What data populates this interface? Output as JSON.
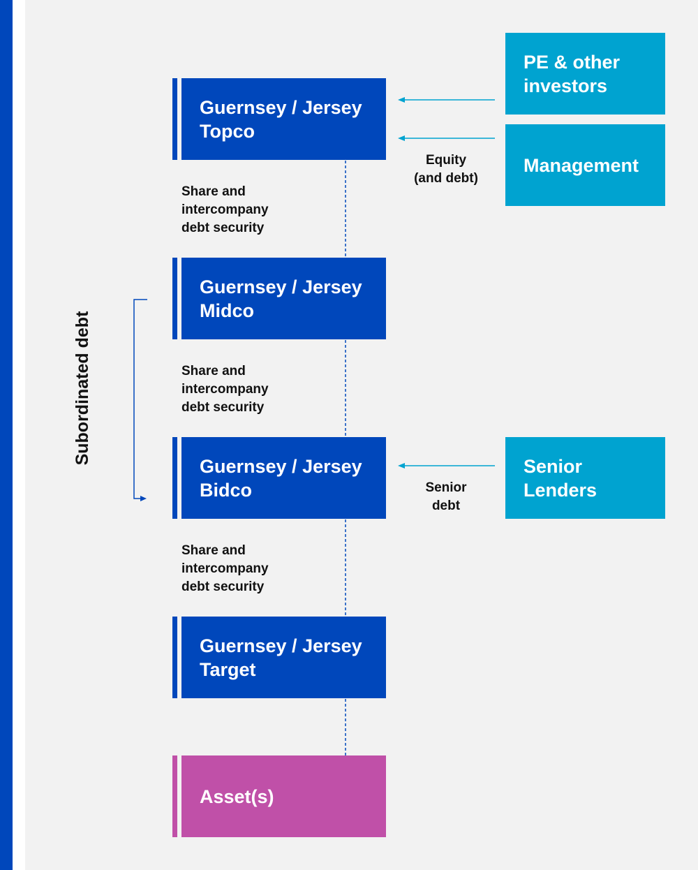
{
  "entities": [
    {
      "lines": [
        "Guernsey / Jersey",
        "Topco"
      ]
    },
    {
      "lines": [
        "Guernsey / Jersey",
        "Midco"
      ]
    },
    {
      "lines": [
        "Guernsey / Jersey",
        "Bidco"
      ]
    },
    {
      "lines": [
        "Guernsey / Jersey",
        "Target"
      ]
    },
    {
      "lines": [
        "Asset(s)"
      ]
    }
  ],
  "link_labels": [
    {
      "lines": [
        "Share and",
        "intercompany",
        "debt security"
      ]
    },
    {
      "lines": [
        "Share and",
        "intercompany",
        "debt security"
      ]
    },
    {
      "lines": [
        "Share and",
        "intercompany",
        "debt security"
      ]
    }
  ],
  "parties": [
    {
      "lines": [
        "PE & other",
        "investors"
      ]
    },
    {
      "lines": [
        "Management"
      ]
    },
    {
      "lines": [
        "Senior",
        "Lenders"
      ]
    }
  ],
  "flow_labels": [
    {
      "lines": [
        "Equity",
        "(and debt)"
      ]
    },
    {
      "lines": [
        "Senior",
        "debt"
      ]
    }
  ],
  "side_label": "Subordinated debt",
  "colors": {
    "entity_blue": "#0047bb",
    "asset_magenta": "#c050a8",
    "party_cyan": "#00a3d0",
    "connector": "#0047bb",
    "arrow": "#00a3d0",
    "background": "#f2f2f2"
  }
}
